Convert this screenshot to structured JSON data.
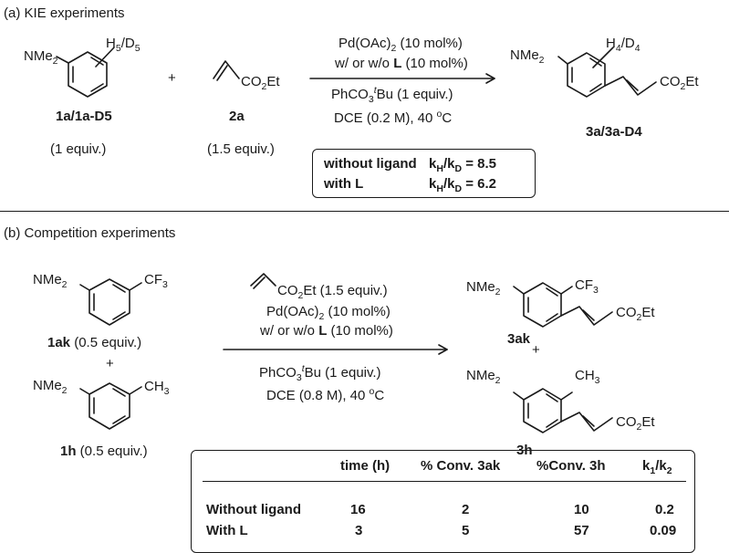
{
  "panel_a": {
    "heading": "(a) KIE experiments",
    "sm": {
      "nme2": "NMe",
      "nme2_sub": "2",
      "iso_a": "H",
      "iso_a_sub": "5",
      "slash": "/D",
      "iso_b_sub": "5",
      "label": "1a/1a-D5",
      "equiv": "(1 equiv.)"
    },
    "plus": "+",
    "acrylate": {
      "co2et_a": "CO",
      "co2et_sub": "2",
      "co2et_b": "Et",
      "label": "2a",
      "equiv": "(1.5 equiv.)"
    },
    "conditions": {
      "cat_a": "Pd(OAc)",
      "cat_sub": "2",
      "cat_b": " (10 mol%)",
      "lig_a": "w/ or w/o ",
      "lig_bold": "L",
      "lig_b": " (10 mol%)",
      "ox_a": "PhCO",
      "ox_sub": "3",
      "ox_sup": "t",
      "ox_b": "Bu (1 equiv.)",
      "solv_a": "DCE (0.2 M), 40 ",
      "solv_sup": "o",
      "solv_b": "C"
    },
    "product": {
      "nme2": "NMe",
      "nme2_sub": "2",
      "iso_a": "H",
      "iso_a_sub": "4",
      "slash": "/D",
      "iso_b_sub": "4",
      "co2et_a": "CO",
      "co2et_sub": "2",
      "co2et_b": "Et",
      "label": "3a/3a-D4"
    },
    "results": {
      "row1_label": "without ligand",
      "row1_val": "8.5",
      "row2_label": "with L",
      "row2_val": "6.2",
      "k": "k",
      "kh_sub": "H",
      "slash": "/k",
      "kd_sub": "D",
      "eq": " = "
    }
  },
  "panel_b": {
    "heading": "(b) Competition experiments",
    "sm1": {
      "nme2": "NMe",
      "nme2_sub": "2",
      "cf3": "CF",
      "cf3_sub": "3",
      "label": "1ak",
      "equiv": " (0.5 equiv.)"
    },
    "plus": "+",
    "sm2": {
      "nme2": "NMe",
      "nme2_sub": "2",
      "ch3": "CH",
      "ch3_sub": "3",
      "label": "1h",
      "equiv": " (0.5 equiv.)"
    },
    "conditions": {
      "acr_a": "CO",
      "acr_sub": "2",
      "acr_b": "Et (1.5 equiv.)",
      "cat_a": "Pd(OAc)",
      "cat_sub": "2",
      "cat_b": " (10 mol%)",
      "lig_a": "w/ or w/o ",
      "lig_bold": "L",
      "lig_b": " (10 mol%)",
      "ox_a": "PhCO",
      "ox_sub": "3",
      "ox_sup": "t",
      "ox_b": "Bu (1 equiv.)",
      "solv_a": "DCE (0.8 M), 40 ",
      "solv_sup": "o",
      "solv_b": "C"
    },
    "prod1": {
      "nme2": "NMe",
      "nme2_sub": "2",
      "cf3": "CF",
      "cf3_sub": "3",
      "co2et_a": "CO",
      "co2et_sub": "2",
      "co2et_b": "Et",
      "label": "3ak"
    },
    "plus2": "+",
    "prod2": {
      "nme2": "NMe",
      "nme2_sub": "2",
      "ch3": "CH",
      "ch3_sub": "3",
      "co2et_a": "CO",
      "co2et_sub": "2",
      "co2et_b": "Et",
      "label": "3h"
    },
    "table": {
      "headers": [
        "time (h)",
        "% Conv. 3ak",
        "%Conv. 3h"
      ],
      "ratio_k": "k",
      "ratio_sub1": "1",
      "ratio_slash": "/k",
      "ratio_sub2": "2",
      "rows": [
        {
          "label": "Without ligand",
          "time": "16",
          "conv_ak": "2",
          "conv_h": "10",
          "ratio": "0.2"
        },
        {
          "label": "With L",
          "time": "3",
          "conv_ak": "5",
          "conv_h": "57",
          "ratio": "0.09"
        }
      ]
    }
  }
}
